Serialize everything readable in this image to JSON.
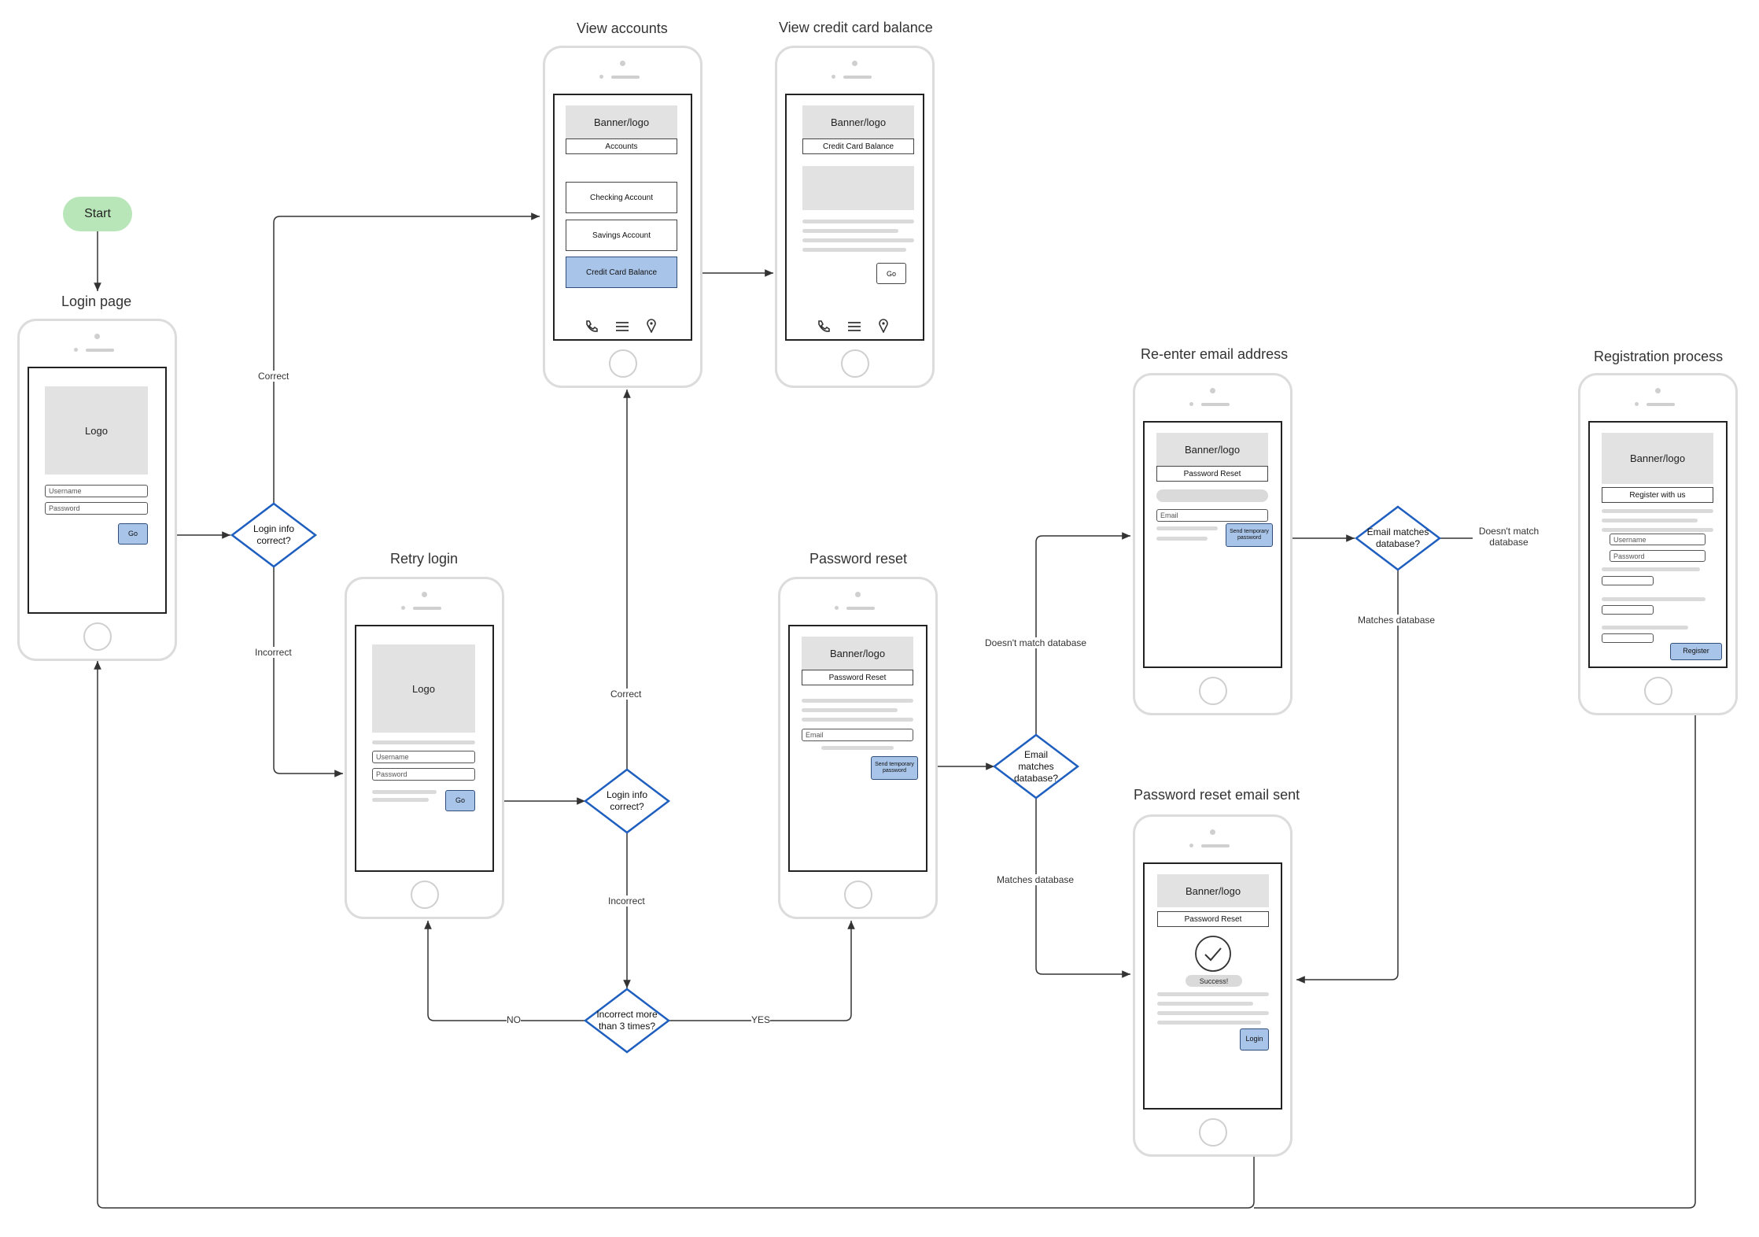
{
  "start_label": "Start",
  "titles": {
    "login": "Login page",
    "view_accounts": "View accounts",
    "view_cc": "View credit card balance",
    "retry": "Retry login",
    "pw_reset": "Password reset",
    "reenter": "Re-enter email address",
    "email_sent": "Password reset email sent",
    "registration": "Registration process"
  },
  "login": {
    "logo": "Logo",
    "username": "Username",
    "password": "Password",
    "go": "Go"
  },
  "accounts": {
    "banner": "Banner/logo",
    "header": "Accounts",
    "checking": "Checking Account",
    "savings": "Savings Account",
    "credit": "Credit Card Balance"
  },
  "cc": {
    "banner": "Banner/logo",
    "header": "Credit Card Balance",
    "go": "Go"
  },
  "retry": {
    "logo": "Logo",
    "username": "Username",
    "password": "Password",
    "go": "Go"
  },
  "pw_reset": {
    "banner": "Banner/logo",
    "header": "Password Reset",
    "email": "Email",
    "send": "Send temporary password"
  },
  "reenter": {
    "banner": "Banner/logo",
    "header": "Password Reset",
    "email": "Email",
    "send": "Send temporary password"
  },
  "email_sent": {
    "banner": "Banner/logo",
    "header": "Password Reset",
    "success": "Success!",
    "login": "Login"
  },
  "registration": {
    "banner": "Banner/logo",
    "header": "Register with us",
    "username": "Username",
    "password": "Password",
    "register": "Register"
  },
  "decisions": {
    "d1": "Login info correct?",
    "d2": "Login info correct?",
    "d3": "Incorrect more than 3 times?",
    "d4": "Email matches database?",
    "d5": "Email matches database?"
  },
  "edges": {
    "correct1": "Correct",
    "incorrect1": "Incorrect",
    "correct2": "Correct",
    "incorrect2": "Incorrect",
    "no": "NO",
    "yes": "YES",
    "doesnt_match1": "Doesn't match database",
    "matches1": "Matches database",
    "doesnt_match2": "Doesn't match database",
    "matches2": "Matches database"
  }
}
